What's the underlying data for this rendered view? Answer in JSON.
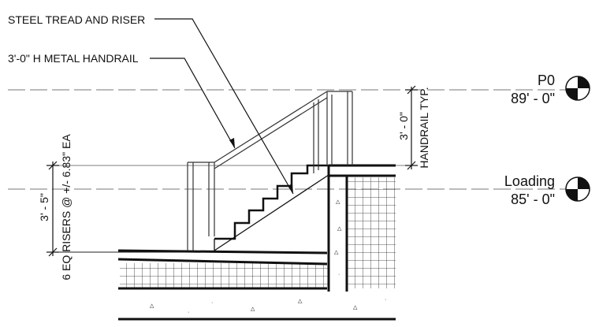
{
  "annotations": {
    "tread_riser": "STEEL TREAD AND RISER",
    "handrail": "3'-0\" H METAL HANDRAIL",
    "handrail_height": "3' - 0\"",
    "handrail_typ": "HANDRAIL TYP.",
    "rise_dim": "3' - 5\"",
    "risers_note": "6 EQ RISERS @ +/- 6.83\" EA"
  },
  "levels": [
    {
      "name": "P0",
      "elevation": "89' - 0\""
    },
    {
      "name": "Loading",
      "elevation": "85' - 0\""
    }
  ]
}
